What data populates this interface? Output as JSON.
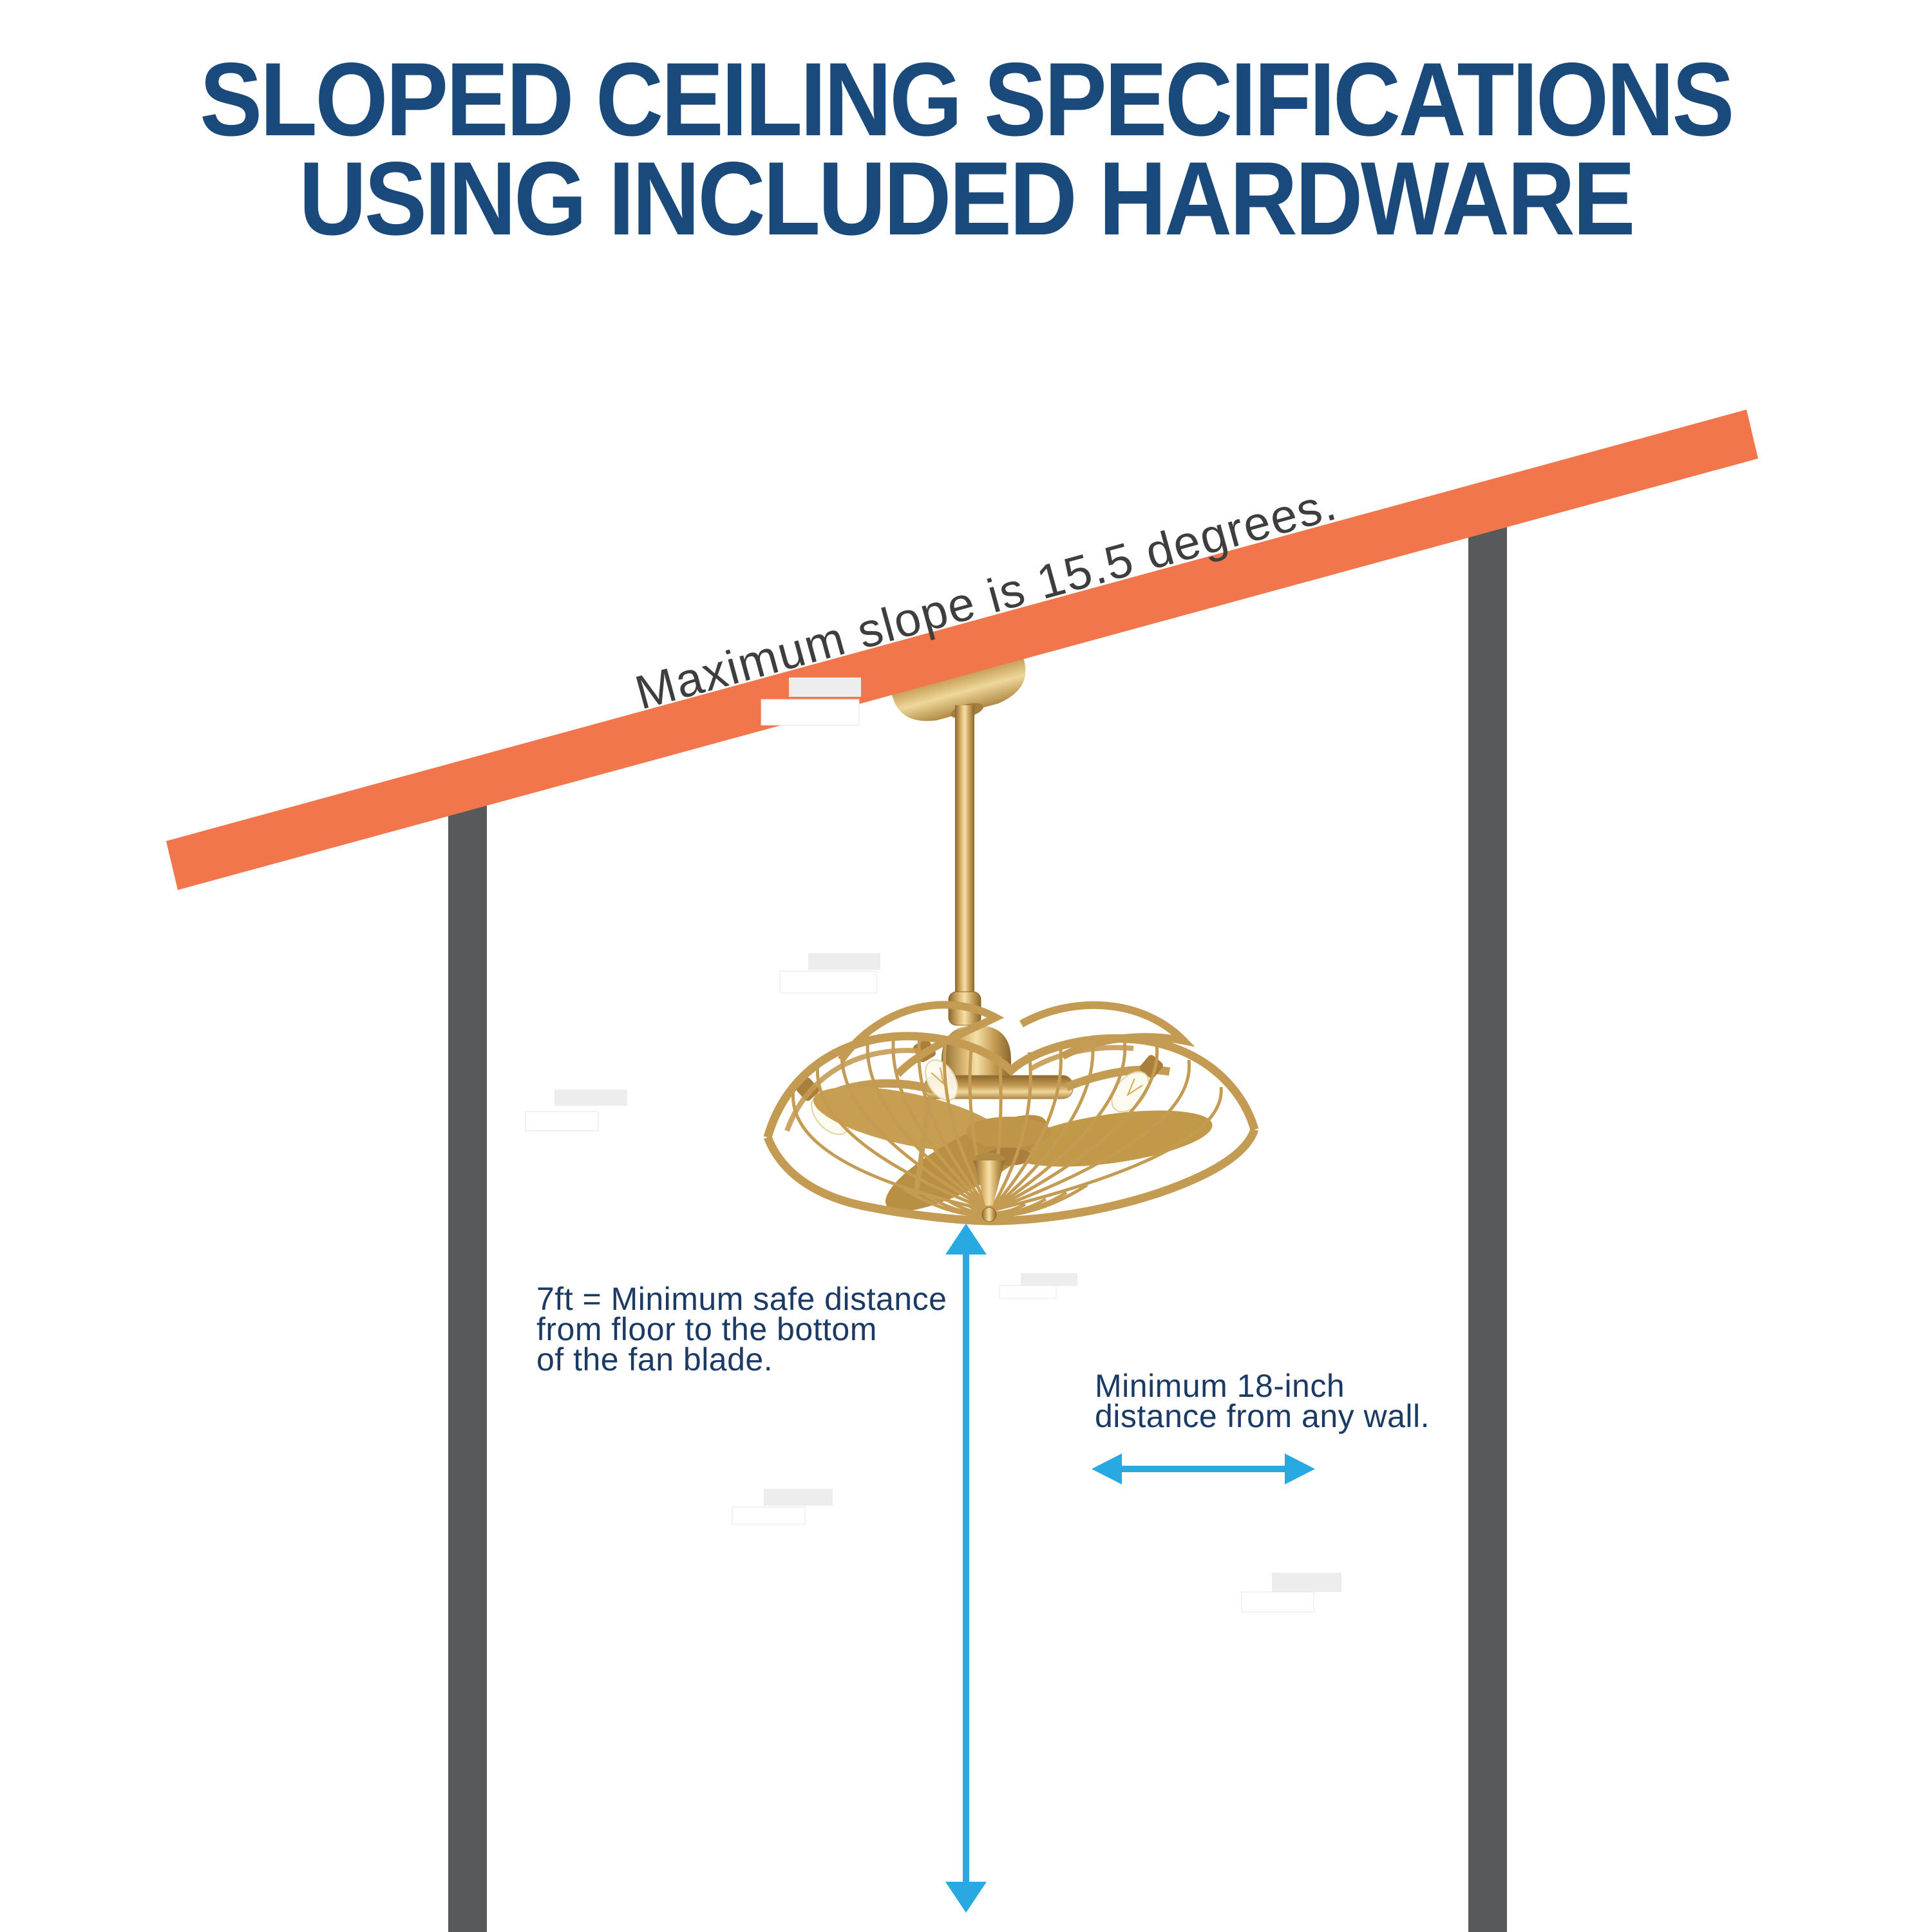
{
  "title": {
    "line1": "SLOPED CEILING SPECIFICATIONS",
    "line2": "USING INCLUDED HARDWARE"
  },
  "diagram": {
    "slope_label": "Maximum slope is 15.5 degrees.",
    "floor_clearance": {
      "line1": "7ft = Minimum safe distance",
      "line2": "from floor to the bottom",
      "line3": "of the fan blade."
    },
    "wall_clearance": {
      "line1": "Minimum 18-inch",
      "line2": "distance from any wall."
    },
    "icons": {
      "vertical_arrow": "double-arrow-vertical-icon",
      "horizontal_arrow": "double-arrow-horizontal-icon",
      "watermark": "watermark-steps-icon"
    },
    "colors": {
      "title_blue": "#1A4A7B",
      "label_blue": "#1B3A64",
      "ceiling_orange": "#F2764B",
      "wall_gray": "#58595B",
      "arrow_blue": "#29A9E1",
      "fan_gold": "#C49B52",
      "slope_text_gray": "#3E3E3E"
    }
  }
}
